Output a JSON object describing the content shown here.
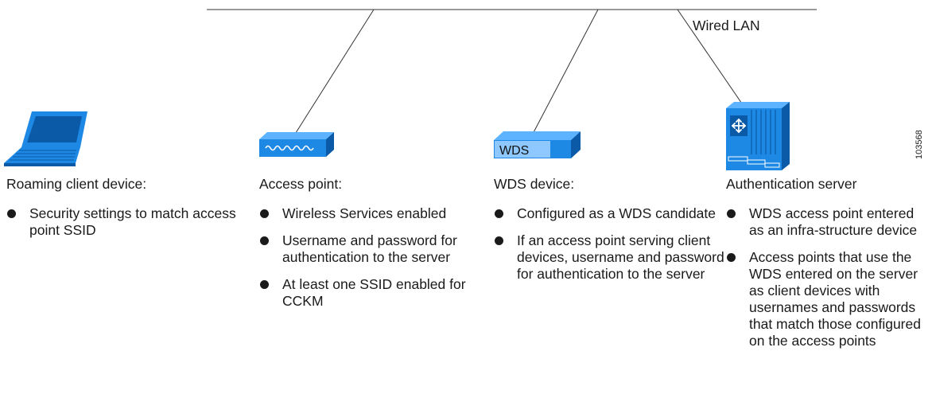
{
  "network": {
    "wired_lan_label": "Wired LAN",
    "figure_id": "103568"
  },
  "devices": {
    "client": {
      "heading": "Roaming client device:",
      "bullets": [
        "Security settings to match access point SSID"
      ]
    },
    "access_point": {
      "heading": "Access point:",
      "bullets": [
        "Wireless Services enabled",
        "Username and password for authentication to the server",
        "At least one SSID enabled for CCKM"
      ]
    },
    "wds": {
      "heading": "WDS device:",
      "icon_label": "WDS",
      "bullets": [
        "Configured as a WDS candidate",
        "If an access point serving client devices, username and password for authentication to the server"
      ]
    },
    "auth_server": {
      "heading": "Authentication server",
      "bullets": [
        "WDS access point entered as an infra-structure device",
        "Access points that use the WDS entered on the server as client devices with usernames and passwords that match those configured on the access points"
      ]
    }
  },
  "colors": {
    "device_blue": "#1e88e5",
    "device_blue_dark": "#0b5aa8",
    "device_blue_light": "#5db3ff",
    "line": "#333333"
  },
  "icons": {
    "client": "laptop-icon",
    "access_point": "access-point-icon",
    "wds": "wds-device-icon",
    "auth_server": "authentication-server-icon"
  }
}
